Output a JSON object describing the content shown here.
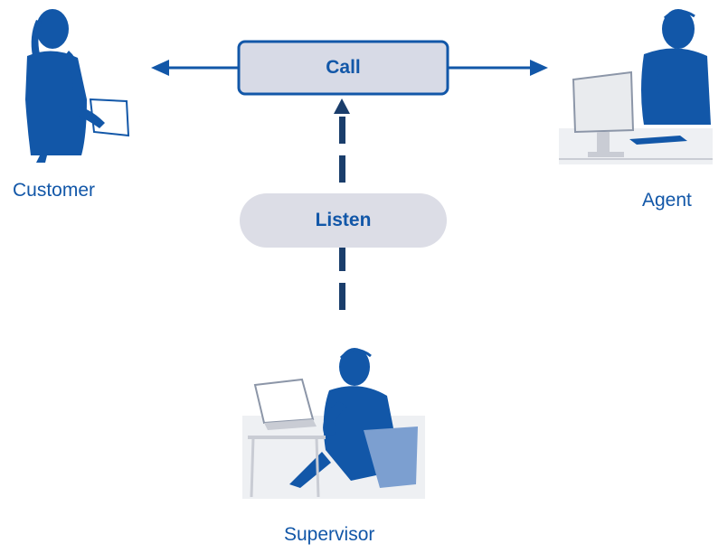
{
  "diagram": {
    "call_label": "Call",
    "listen_label": "Listen",
    "customer_label": "Customer",
    "agent_label": "Agent",
    "supervisor_label": "Supervisor"
  },
  "colors": {
    "primary": "#1257a8",
    "dark_arrow": "#1a3d6b",
    "box_fill": "#d7dae6",
    "pill_fill": "#dcdde6",
    "light_blue": "#7c9fd0",
    "furniture": "#c9ccd4"
  },
  "icons": [
    "customer-figure-icon",
    "agent-figure-icon",
    "supervisor-figure-icon"
  ]
}
